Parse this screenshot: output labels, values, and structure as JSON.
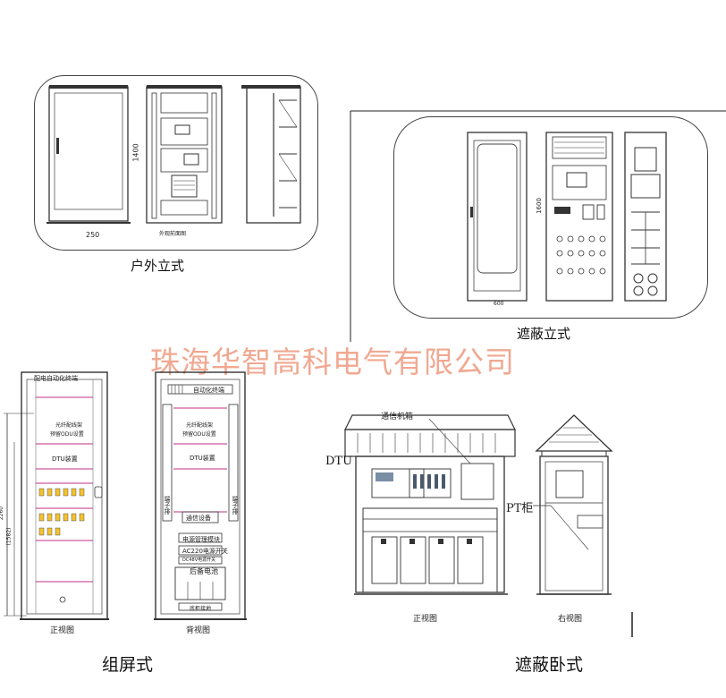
{
  "outdoor": {
    "caption": "户外立式",
    "dim_height": "1400",
    "dim_width": "250",
    "front_label": "外观前面图"
  },
  "shielded_vertical": {
    "caption": "遮蔽立式",
    "dim_height": "1600",
    "dim_width": "600"
  },
  "watermark": "珠海华智高科电气有限公司",
  "screen": {
    "caption": "组屏式",
    "front": {
      "header": "配电自动化终端",
      "label_optical": "光纤配线架",
      "label_reserved": "预留ODU设置",
      "label_dtu": "DTU装置",
      "dim_left": "2260",
      "dim_left2": "(1582)",
      "view_label": "正视图"
    },
    "back": {
      "header": "自动化终端",
      "label_optical": "光纤配线架",
      "label_reserved": "预留ODU设置",
      "label_dtu": "DTU装置",
      "label_terminal_left": "端子排",
      "label_terminal_right": "端子排",
      "label_comm": "通信设备",
      "label_power_mgmt": "电源管理模块",
      "label_ac220": "AC220电源开关",
      "label_dc": "DC48V电源开关",
      "label_battery": "后备电池",
      "label_footer": "底柜接地",
      "view_label": "背视图"
    }
  },
  "shielded_horizontal": {
    "caption": "遮蔽卧式",
    "label_comm_box": "通信机箱",
    "label_dtu": "DTU",
    "label_pt": "PT柜",
    "view_front": "正视图",
    "view_right": "右视图"
  }
}
